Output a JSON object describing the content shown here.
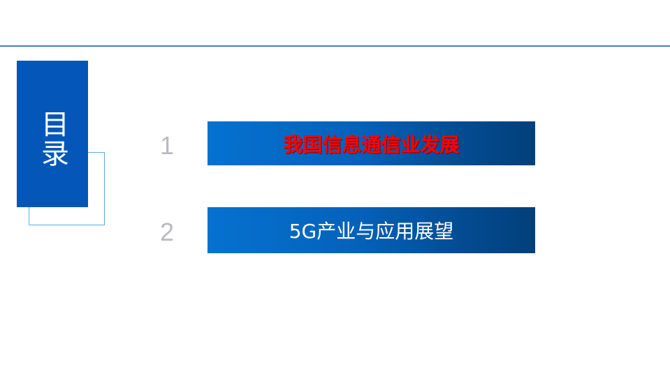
{
  "slide": {
    "title": "目录",
    "colors": {
      "rule": "#4a7ebb",
      "block": "#0457b8",
      "outline": "#5aaee2",
      "bar_start": "#0572cf",
      "bar_end": "#033f7a",
      "number": "#b9b9c3",
      "highlight_text": "#ff0000",
      "normal_text": "#ffffff"
    },
    "items": [
      {
        "number": "1",
        "label": "我国信息通信业发展",
        "highlighted": true
      },
      {
        "number": "2",
        "label": "5G产业与应用展望",
        "highlighted": false
      }
    ]
  }
}
